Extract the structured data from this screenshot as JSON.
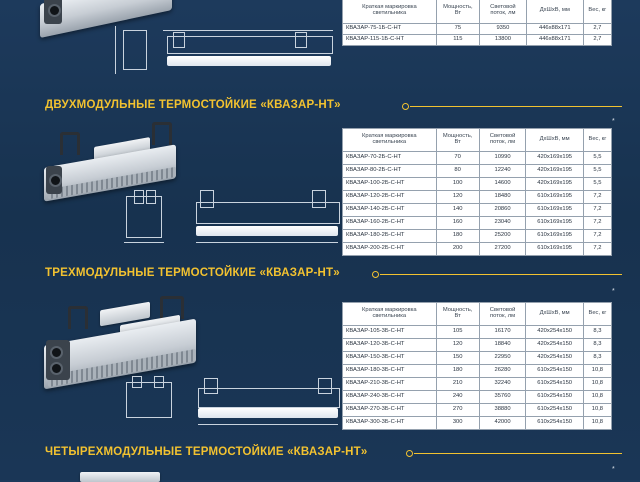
{
  "columns": {
    "name": "Краткая маркировка светильника",
    "power": "Мощность, Вт",
    "flux": "Световой поток, лм",
    "dims": "ДхШхВ, мм",
    "weight": "Вес, кг"
  },
  "single": {
    "rows": [
      [
        "КВАЗАР-75-1Б-С-НТ",
        "75",
        "9350",
        "446х88х171",
        "2,7"
      ],
      [
        "КВАЗАР-115-1Б-С-НТ",
        "115",
        "13800",
        "446х88х171",
        "2,7"
      ]
    ]
  },
  "double": {
    "title": "ДВУХМОДУЛЬНЫЕ ТЕРМОСТОЙКИЕ «КВАЗАР-НТ»",
    "rows": [
      [
        "КВАЗАР-70-2Б-С-НТ",
        "70",
        "10990",
        "420х169х195",
        "5,5"
      ],
      [
        "КВАЗАР-80-2Б-С-НТ",
        "80",
        "12240",
        "420х169х195",
        "5,5"
      ],
      [
        "КВАЗАР-100-2Б-С-НТ",
        "100",
        "14600",
        "420х169х195",
        "5,5"
      ],
      [
        "КВАЗАР-120-2Б-С-НТ",
        "120",
        "18480",
        "610х169х195",
        "7,2"
      ],
      [
        "КВАЗАР-140-2Б-С-НТ",
        "140",
        "20860",
        "610х169х195",
        "7,2"
      ],
      [
        "КВАЗАР-160-2Б-С-НТ",
        "160",
        "23040",
        "610х169х195",
        "7,2"
      ],
      [
        "КВАЗАР-180-2Б-С-НТ",
        "180",
        "25200",
        "610х169х195",
        "7,2"
      ],
      [
        "КВАЗАР-200-2Б-С-НТ",
        "200",
        "27200",
        "610х169х195",
        "7,2"
      ]
    ]
  },
  "triple": {
    "title": "ТРЕХМОДУЛЬНЫЕ ТЕРМОСТОЙКИЕ «КВАЗАР-НТ»",
    "rows": [
      [
        "КВАЗАР-105-3Б-С-НТ",
        "105",
        "16170",
        "420х254х150",
        "8,3"
      ],
      [
        "КВАЗАР-120-3Б-С-НТ",
        "120",
        "18840",
        "420х254х150",
        "8,3"
      ],
      [
        "КВАЗАР-150-3Б-С-НТ",
        "150",
        "22950",
        "420х254х150",
        "8,3"
      ],
      [
        "КВАЗАР-180-3Б-С-НТ",
        "180",
        "26280",
        "610х254х150",
        "10,8"
      ],
      [
        "КВАЗАР-210-3Б-С-НТ",
        "210",
        "32240",
        "610х254х150",
        "10,8"
      ],
      [
        "КВАЗАР-240-3Б-С-НТ",
        "240",
        "35760",
        "610х254х150",
        "10,8"
      ],
      [
        "КВАЗАР-270-3Б-С-НТ",
        "270",
        "38880",
        "610х254х150",
        "10,8"
      ],
      [
        "КВАЗАР-300-3Б-С-НТ",
        "300",
        "42000",
        "610х254х150",
        "10,8"
      ]
    ]
  },
  "quad": {
    "title": "ЧЕТЫРЕХМОДУЛЬНЫЕ ТЕРМОСТОЙКИЕ «КВАЗАР-НТ»"
  },
  "icons": {
    "star": "*"
  },
  "colors": {
    "background": "#1b3555",
    "accent": "#f2c230",
    "table_bg": "#ffffff"
  }
}
